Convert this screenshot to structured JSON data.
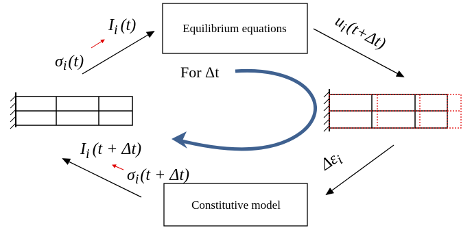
{
  "boxes": {
    "equilibrium": "Equilibrium equations",
    "constitutive": "Constitutive model"
  },
  "loop": {
    "label": "For Δt"
  },
  "symbols": {
    "internal_force": "I",
    "internal_force_sub": "i",
    "internal_force_arg": "(t)",
    "stress": "σ",
    "stress_sub": "i",
    "stress_arg": "(t)",
    "displacement": "u",
    "displacement_sub": "i",
    "displacement_arg": "(t+Δt)",
    "strain_increment": "Δε",
    "strain_increment_sub": "i",
    "internal_force_next": "I",
    "internal_force_next_sub": "i",
    "internal_force_next_arg": "(t + Δt)",
    "stress_next": "σ",
    "stress_next_sub": "i",
    "stress_next_arg": "(t + Δt)"
  },
  "colors": {
    "loop_arrow": "#3f6190",
    "deformed_mesh": "#e00000",
    "small_arrows": "#e00000",
    "lines": "#000000"
  }
}
